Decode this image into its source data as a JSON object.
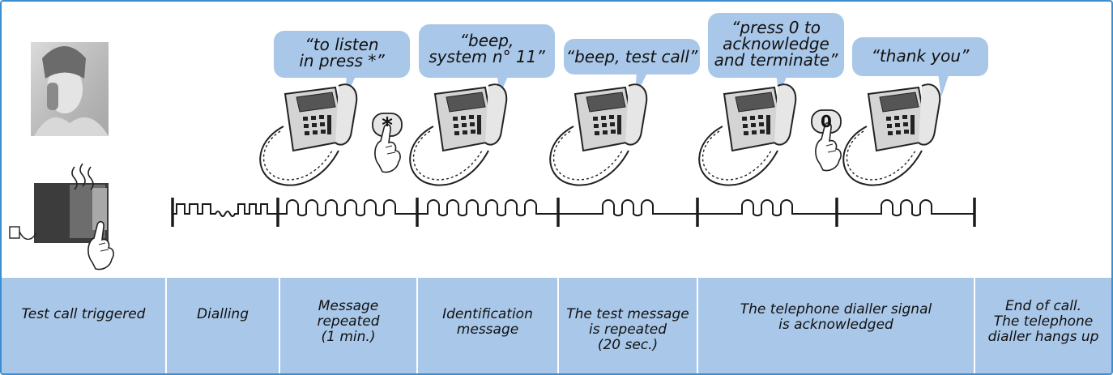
{
  "speech_bubbles": [
    "“to listen\nin press *”",
    "“beep,\nsystem n° 11”",
    "“beep, test call”",
    "“press 0 to\nacknowledge\nand terminate”",
    "“thank you”"
  ],
  "keypad_keys": [
    "*",
    "0"
  ],
  "steps": [
    "Test call triggered",
    "Dialling",
    "Message\nrepeated\n(1 min.)",
    "Identification\nmessage",
    "The test message\nis repeated\n(20 sec.)",
    "The telephone dialler signal\nis acknowledged",
    "End of call.\nThe telephone\ndialler hangs up"
  ],
  "colors": {
    "accent": "#3b8fd0",
    "panel": "#a9c7e8",
    "ink": "#1a1a1a"
  }
}
